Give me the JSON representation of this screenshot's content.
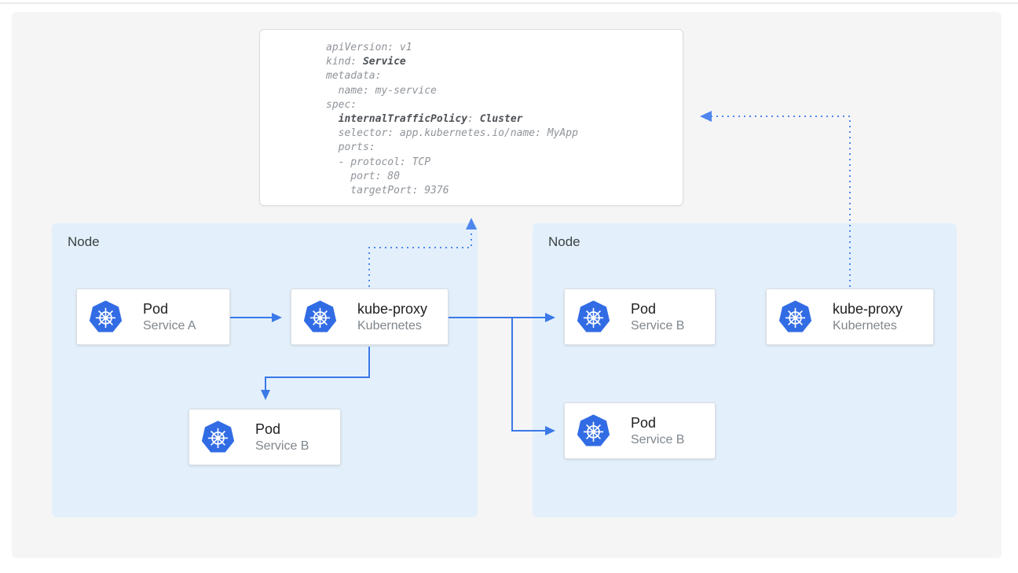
{
  "colors": {
    "accent_blue": "#3b78e8",
    "dotted_blue": "#4f86ee",
    "k8s_blue": "#326ce5",
    "node_fill": "#e3f0fb",
    "panel_fill": "#f5f5f6"
  },
  "yaml_card": {
    "lines": [
      {
        "segments": [
          {
            "t": "apiVersion: v1",
            "bold": false
          }
        ]
      },
      {
        "segments": [
          {
            "t": "kind: ",
            "bold": false
          },
          {
            "t": "Service",
            "bold": true
          }
        ]
      },
      {
        "segments": [
          {
            "t": "metadata:",
            "bold": false
          }
        ]
      },
      {
        "segments": [
          {
            "t": "  name: my-service",
            "bold": false
          }
        ]
      },
      {
        "segments": [
          {
            "t": "spec:",
            "bold": false
          }
        ]
      },
      {
        "segments": [
          {
            "t": "  ",
            "bold": false
          },
          {
            "t": "internalTrafficPolicy",
            "bold": true
          },
          {
            "t": ": ",
            "bold": false
          },
          {
            "t": "Cluster",
            "bold": true
          }
        ]
      },
      {
        "segments": [
          {
            "t": "  selector: app.kubernetes.io/name: MyApp",
            "bold": false
          }
        ]
      },
      {
        "segments": [
          {
            "t": "  ports:",
            "bold": false
          }
        ]
      },
      {
        "segments": [
          {
            "t": "  - protocol: TCP",
            "bold": false
          }
        ]
      },
      {
        "segments": [
          {
            "t": "    port: 80",
            "bold": false
          }
        ]
      },
      {
        "segments": [
          {
            "t": "    targetPort: 9376",
            "bold": false
          }
        ]
      }
    ]
  },
  "nodes": [
    {
      "label": "Node",
      "boxes": [
        {
          "title": "Pod",
          "subtitle": "Service A"
        },
        {
          "title": "kube-proxy",
          "subtitle": "Kubernetes"
        },
        {
          "title": "Pod",
          "subtitle": "Service B"
        }
      ]
    },
    {
      "label": "Node",
      "boxes": [
        {
          "title": "Pod",
          "subtitle": "Service B"
        },
        {
          "title": "kube-proxy",
          "subtitle": "Kubernetes"
        },
        {
          "title": "Pod",
          "subtitle": "Service B"
        }
      ]
    }
  ]
}
